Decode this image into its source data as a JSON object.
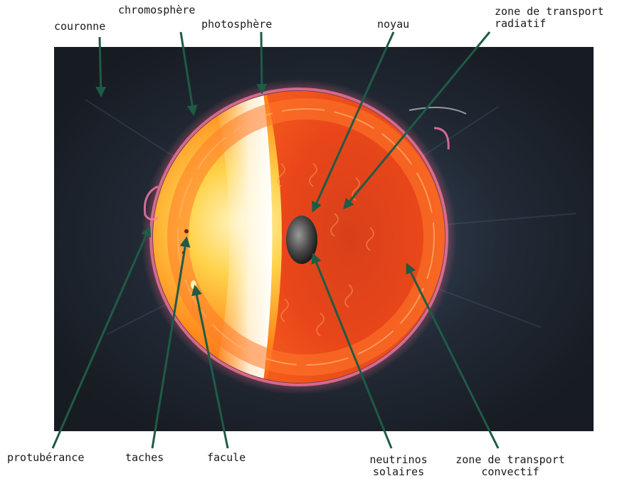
{
  "colors": {
    "background": "#ffffff",
    "panel": "#1c2028",
    "arrow": "#1f5b45",
    "label_text": "#1a1a1a"
  },
  "labels": {
    "couronne": "couronne",
    "chromosphere": "chromosphère",
    "photosphere": "photosphère",
    "noyau": "noyau",
    "zone_radiatif_line1": "zone de transport",
    "zone_radiatif_line2": "radiatif",
    "protuberance": "protubérance",
    "taches": "taches",
    "facule": "facule",
    "neutrinos_line1": "neutrinos",
    "neutrinos_line2": "solaires",
    "zone_convectif_line1": "zone de transport",
    "zone_convectif_line2": "convectif"
  }
}
